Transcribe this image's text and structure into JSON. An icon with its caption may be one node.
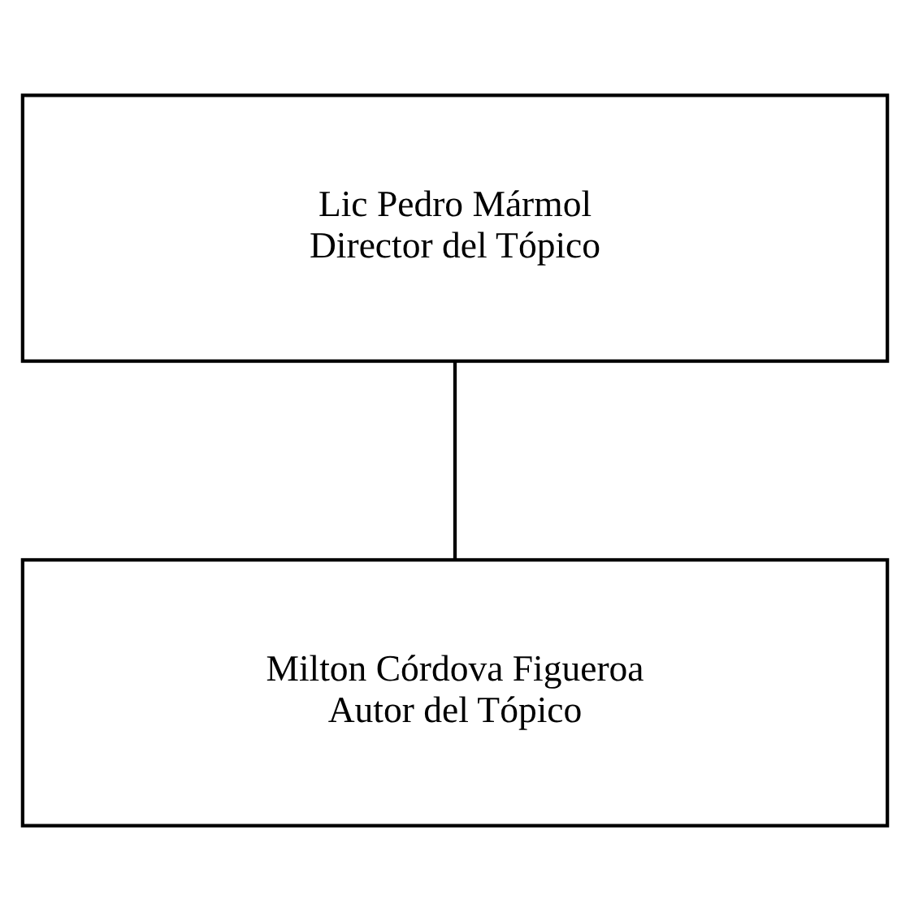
{
  "diagram": {
    "nodes": [
      {
        "text": [
          "Lic Pedro Mármol",
          "Director del Tópico"
        ]
      },
      {
        "text": [
          "Milton Córdova Figueroa",
          "Autor del Tópico"
        ]
      }
    ],
    "edges": [
      {
        "from": 0,
        "to": 1,
        "arrow": "none"
      }
    ]
  }
}
